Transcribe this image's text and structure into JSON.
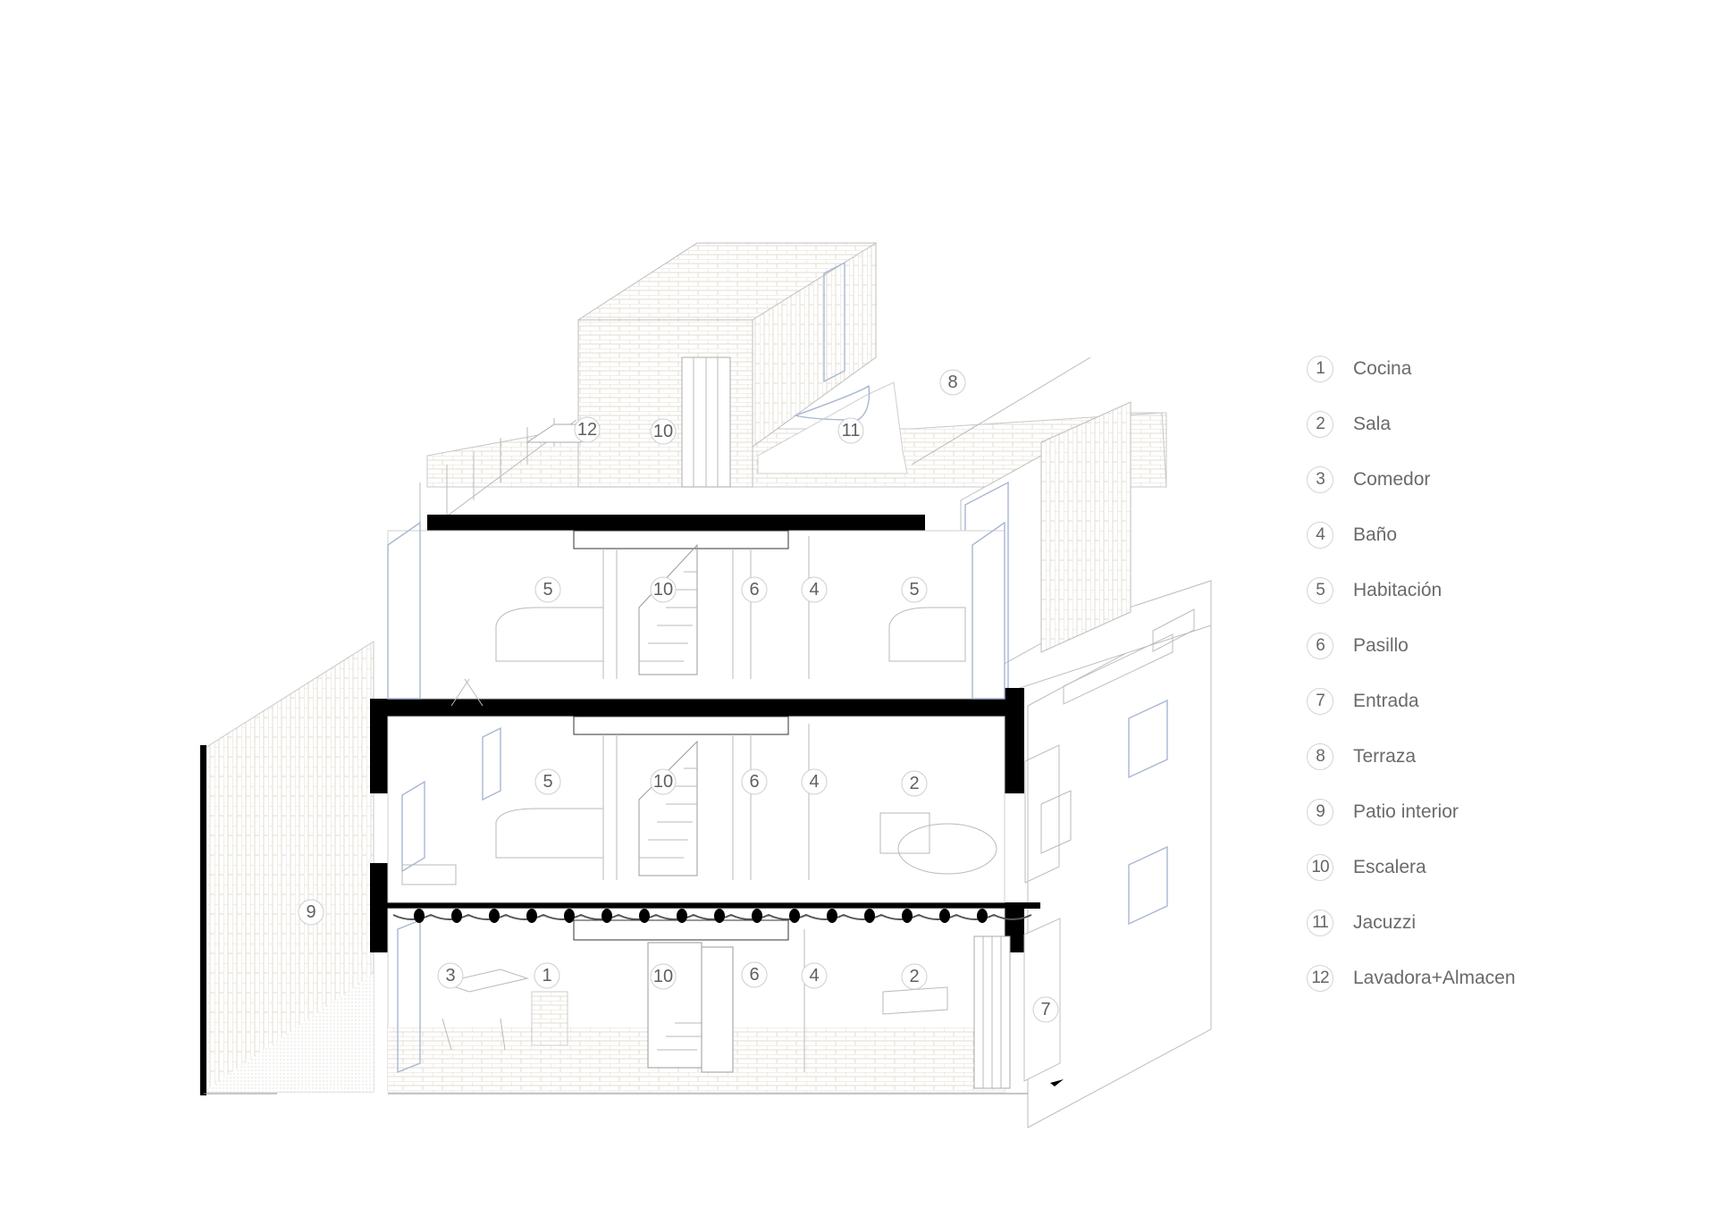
{
  "diagram": {
    "type": "axonometric-section",
    "colors": {
      "line": "#b9b9b9",
      "window": "#a9b6d3",
      "slab": "#000000",
      "label": "#5f5f5f",
      "brick": "#e8e2d8"
    },
    "room_tags": {
      "roof": {
        "storage": "12",
        "stair": "10",
        "jacuzzi": "11",
        "terrace": "8"
      },
      "upper_floor": {
        "bedroom_left": "5",
        "stair": "10",
        "hall": "6",
        "bath": "4",
        "bedroom_right": "5"
      },
      "middle_floor": {
        "bedroom": "5",
        "stair": "10",
        "hall": "6",
        "bath": "4",
        "living": "2"
      },
      "ground_floor": {
        "dining": "3",
        "kitchen": "1",
        "stair": "10",
        "hall": "6",
        "bath": "4",
        "living": "2",
        "entrance": "7"
      },
      "patio": "9"
    }
  },
  "legend": {
    "items": [
      {
        "num": "1",
        "label": "Cocina"
      },
      {
        "num": "2",
        "label": "Sala"
      },
      {
        "num": "3",
        "label": "Comedor"
      },
      {
        "num": "4",
        "label": "Baño"
      },
      {
        "num": "5",
        "label": "Habitación"
      },
      {
        "num": "6",
        "label": "Pasillo"
      },
      {
        "num": "7",
        "label": "Entrada"
      },
      {
        "num": "8",
        "label": "Terraza"
      },
      {
        "num": "9",
        "label": "Patio interior"
      },
      {
        "num": "10",
        "label": "Escalera"
      },
      {
        "num": "11",
        "label": "Jacuzzi"
      },
      {
        "num": "12",
        "label": "Lavadora+Almacen"
      }
    ]
  }
}
